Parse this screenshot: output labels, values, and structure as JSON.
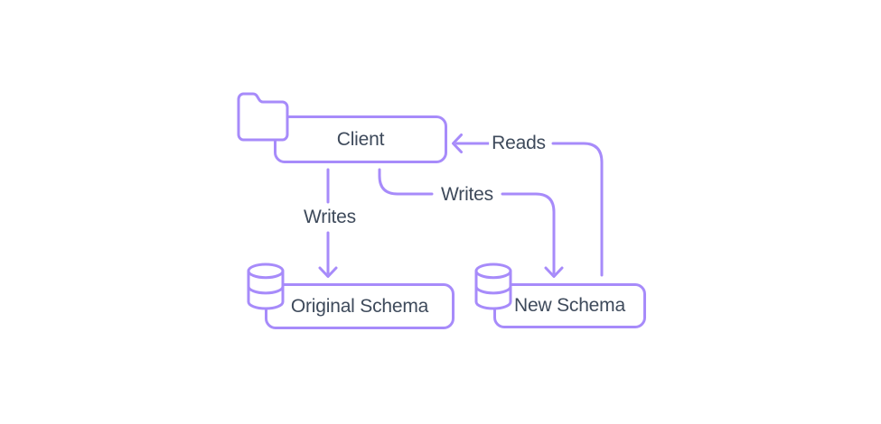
{
  "colors": {
    "accent": "#a78bfa",
    "text": "#3e4a5b",
    "node_fill": "#ffffff"
  },
  "nodes": {
    "client": {
      "label": "Client",
      "icon": "folder-icon"
    },
    "original_schema": {
      "label": "Original Schema",
      "icon": "database-icon"
    },
    "new_schema": {
      "label": "New Schema",
      "icon": "database-icon"
    }
  },
  "edges": {
    "writes_original": {
      "label": "Writes",
      "from": "client",
      "to": "original_schema",
      "style": "straight-down-arrow"
    },
    "writes_new": {
      "label": "Writes",
      "from": "client",
      "to": "new_schema",
      "style": "curved-right-down-arrow"
    },
    "reads": {
      "label": "Reads",
      "from": "new_schema",
      "to": "client",
      "style": "up-left-arrow"
    }
  }
}
